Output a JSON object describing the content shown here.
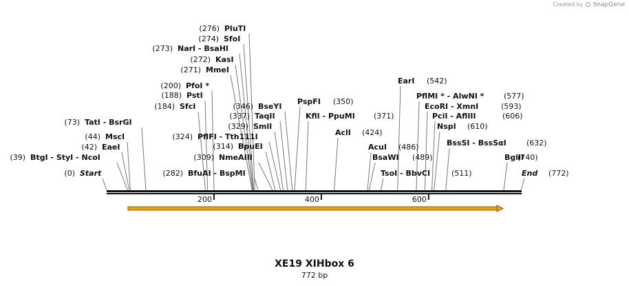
{
  "header": {
    "credit_prefix": "Created by",
    "credit_brand": "SnapGene"
  },
  "map": {
    "title": "XE19 XIHbox 6",
    "length_label": "772 bp",
    "length_bp": 772,
    "backbone_color": "#111111",
    "feature_color": "#f0a500",
    "ticks": [
      "200",
      "400",
      "600"
    ],
    "sites": [
      {
        "label": "Start",
        "pos": "(0)",
        "bp": 0,
        "italic": true
      },
      {
        "label": "BtgI  -  StyI  -  NcoI",
        "pos": "(39)",
        "bp": 39
      },
      {
        "label": "EaeI",
        "pos": "(42)",
        "bp": 42
      },
      {
        "label": "MscI",
        "pos": "(44)",
        "bp": 44
      },
      {
        "label": "TatI  -  BsrGI",
        "pos": "(73)",
        "bp": 73
      },
      {
        "label": "SfcI",
        "pos": "(184)",
        "bp": 184
      },
      {
        "label": "PstI",
        "pos": "(188)",
        "bp": 188
      },
      {
        "label": "PfoI *",
        "pos": "(200)",
        "bp": 200
      },
      {
        "label": "MmeI",
        "pos": "(271)",
        "bp": 271
      },
      {
        "label": "KasI",
        "pos": "(272)",
        "bp": 272
      },
      {
        "label": "NarI  -  BsaHI",
        "pos": "(273)",
        "bp": 273
      },
      {
        "label": "SfoI",
        "pos": "(274)",
        "bp": 274
      },
      {
        "label": "PluTI",
        "pos": "(276)",
        "bp": 276
      },
      {
        "label": "BfuAI  -  BspMI",
        "pos": "(282)",
        "bp": 282
      },
      {
        "label": "NmeAIII",
        "pos": "(309)",
        "bp": 309
      },
      {
        "label": "BpuEI",
        "pos": "(314)",
        "bp": 314
      },
      {
        "label": "PflFI  -  Tth111I",
        "pos": "(324)",
        "bp": 324
      },
      {
        "label": "SmlI",
        "pos": "(329)",
        "bp": 329
      },
      {
        "label": "TaqII",
        "pos": "(337)",
        "bp": 337
      },
      {
        "label": "BseYI",
        "pos": "(346)",
        "bp": 346
      },
      {
        "label": "PspFI",
        "pos": "(350)",
        "bp": 350
      },
      {
        "label": "KflI  -  PpuMI",
        "pos": "(371)",
        "bp": 371
      },
      {
        "label": "AclI",
        "pos": "(424)",
        "bp": 424
      },
      {
        "label": "AcuI",
        "pos": "(486)",
        "bp": 486
      },
      {
        "label": "BsaWI",
        "pos": "(489)",
        "bp": 489
      },
      {
        "label": "TsoI  -  BbvCI",
        "pos": "(511)",
        "bp": 511
      },
      {
        "label": "EarI",
        "pos": "(542)",
        "bp": 542
      },
      {
        "label": "PflMI *  -  AlwNI *",
        "pos": "(577)",
        "bp": 577
      },
      {
        "label": "EcoRI  -  XmnI",
        "pos": "(593)",
        "bp": 593
      },
      {
        "label": "PciI  -  AflIII",
        "pos": "(606)",
        "bp": 606
      },
      {
        "label": "NspI",
        "pos": "(610)",
        "bp": 610
      },
      {
        "label": "BssSI  -  BssSαI",
        "pos": "(632)",
        "bp": 632
      },
      {
        "label": "BglII",
        "pos": "(740)",
        "bp": 740
      },
      {
        "label": "End",
        "pos": "(772)",
        "bp": 772,
        "italic": true
      }
    ]
  }
}
